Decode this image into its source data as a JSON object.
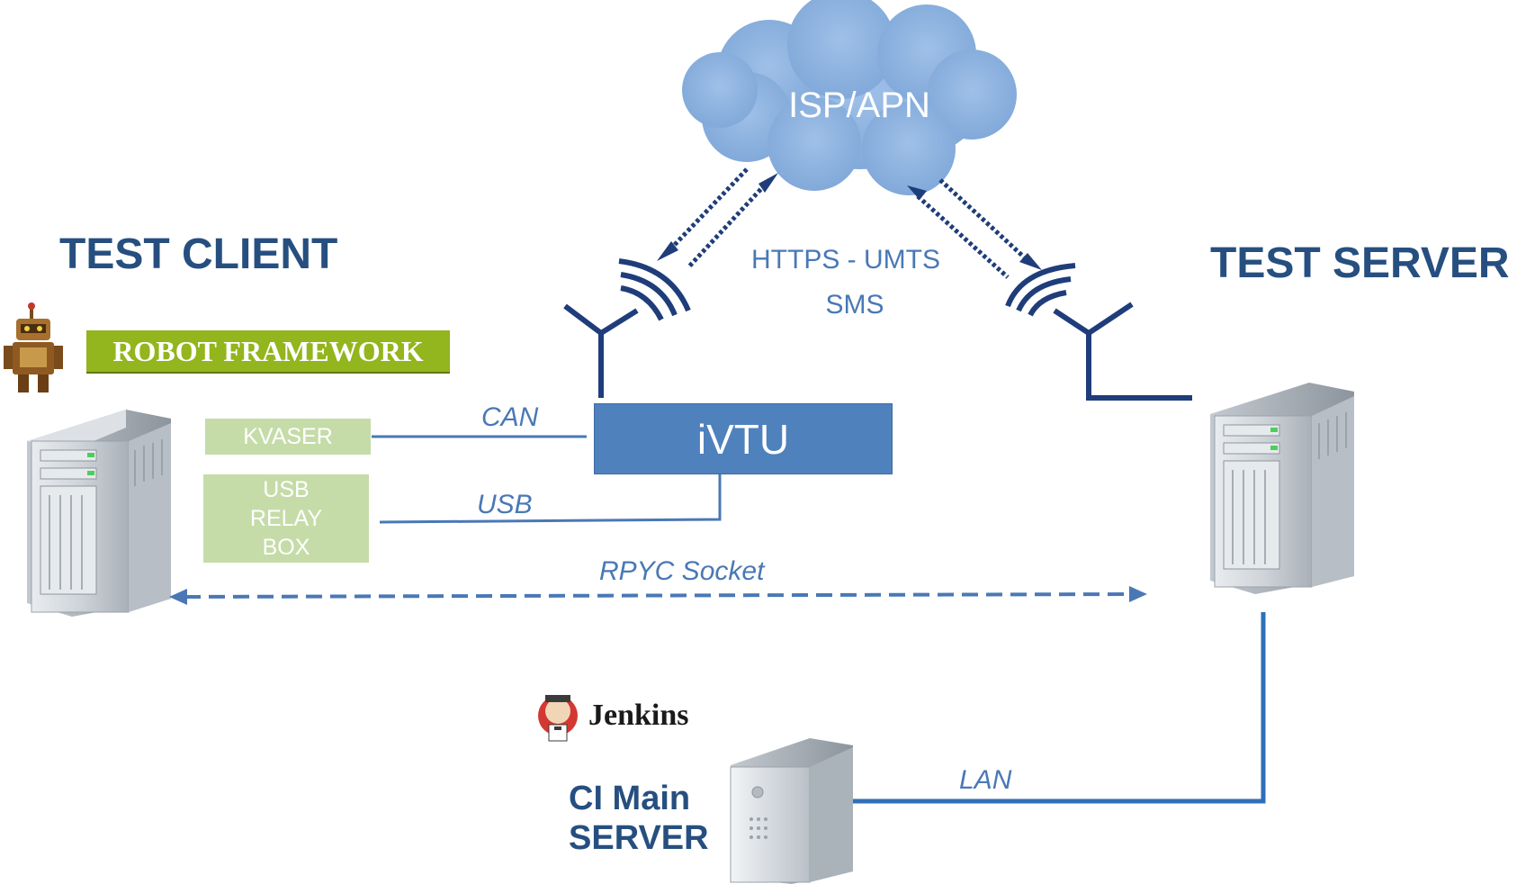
{
  "cloud": {
    "label": "ISP/APN"
  },
  "protocols": {
    "line1": "HTTPS - UMTS",
    "line2": "SMS"
  },
  "test_client": {
    "title": "TEST CLIENT"
  },
  "test_server": {
    "title": "TEST SERVER"
  },
  "robot_framework": {
    "label": "ROBOT FRAMEWORK"
  },
  "kvaser": {
    "label": "KVASER"
  },
  "usb_relay_box": {
    "line1": "USB",
    "line2": "RELAY",
    "line3": "BOX"
  },
  "ivtu": {
    "label": "iVTU"
  },
  "connections": {
    "can": "CAN",
    "usb": "USB",
    "rpyc": "RPYC Socket",
    "lan": "LAN"
  },
  "jenkins": {
    "label": "Jenkins"
  },
  "ci_server": {
    "line1": "CI Main",
    "line2": "SERVER"
  },
  "colors": {
    "title_blue": "#264f80",
    "connector_blue": "#4a78b5",
    "ivtu_fill": "#4f81bd",
    "cloud_fill": "#8db2e0",
    "green_box": "#c5dca8",
    "robot_green": "#93b51d"
  },
  "icons": [
    "cloud-icon",
    "antenna-icon",
    "tower-server-icon",
    "robot-icon",
    "jenkins-butler-icon",
    "ci-server-icon"
  ]
}
